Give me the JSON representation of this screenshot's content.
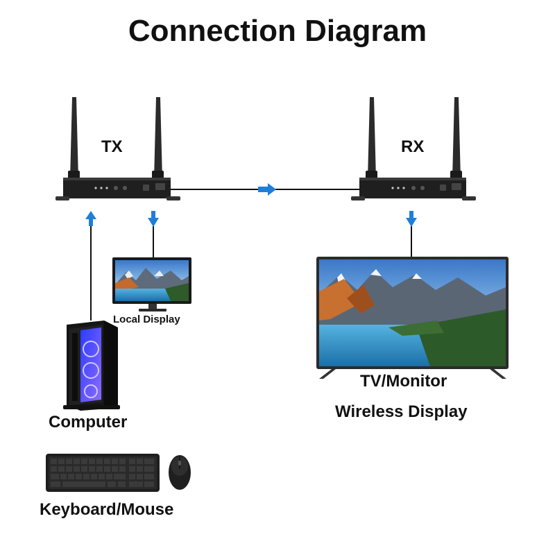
{
  "title": "Connection Diagram",
  "devices": {
    "tx": {
      "label": "TX"
    },
    "rx": {
      "label": "RX"
    },
    "local_display": {
      "label": "Local Display"
    },
    "computer": {
      "label": "Computer"
    },
    "tv": {
      "label": "TV/Monitor",
      "caption": "Wireless Display"
    },
    "keyboard_mouse": {
      "label": "Keyboard/Mouse"
    }
  },
  "colors": {
    "arrow": "#1e7fd8",
    "line": "#111111",
    "device_body": "#1f1f1f"
  },
  "icons": [
    "antenna-icon",
    "arrow-up-icon",
    "arrow-down-icon",
    "arrow-right-icon",
    "monitor-icon",
    "pc-tower-icon",
    "tv-icon",
    "keyboard-icon",
    "mouse-icon"
  ]
}
